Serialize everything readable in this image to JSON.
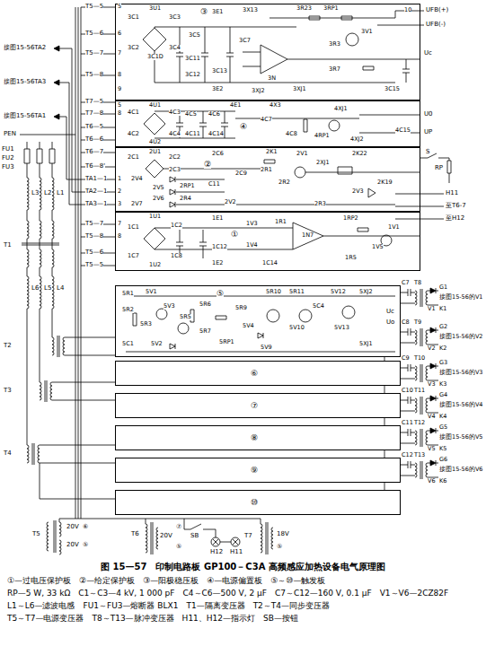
{
  "diagram": {
    "caption": "图 15—57　印制电路板 GP100－C3A 高频感应加热设备电气原理图",
    "nodes": [
      {
        "text": [
          "③"
        ]
      },
      {
        "text": [
          "④"
        ]
      },
      {
        "text": [
          "②"
        ]
      },
      {
        "text": [
          "①"
        ]
      },
      {
        "text": [
          "⑤"
        ]
      },
      {
        "text": [
          "⑥"
        ]
      },
      {
        "text": [
          "⑦"
        ]
      },
      {
        "text": [
          "⑧"
        ]
      },
      {
        "text": [
          "⑨"
        ]
      },
      {
        "text": [
          "⑩"
        ]
      }
    ],
    "edges": [
      {
        "from": 4,
        "to": 5,
        "arrow": "none"
      },
      {
        "from": 5,
        "to": 6,
        "arrow": "none"
      },
      {
        "from": 6,
        "to": 7,
        "arrow": "none"
      },
      {
        "from": 7,
        "to": 8,
        "arrow": "none"
      },
      {
        "from": 8,
        "to": 9,
        "arrow": "none"
      }
    ],
    "labels": [
      "T5—5",
      "T5—6",
      "T5—7",
      "T5—8",
      "T7—5",
      "T7—8",
      "T6—5",
      "T6—6",
      "T6—7",
      "T6—8'",
      "TA1—1",
      "TA2—1",
      "TA3—1",
      "T5—7",
      "T5—8",
      "T5—6",
      "T5—5",
      "接图15-56TA2",
      "接图15-56TA3",
      "接图15-56TA1",
      "PEN",
      "FU1",
      "FU2",
      "FU3",
      "L3",
      "L2",
      "L1",
      "T1",
      "L6",
      "L5",
      "L4",
      "T2",
      "T3",
      "T4",
      "T5",
      "T6",
      "SB",
      "T7",
      "20V",
      "20V",
      "20V",
      "18V",
      "⑥",
      "⑤",
      "⑦",
      "⑤",
      "⑤",
      "H12",
      "H11",
      "UFB(+)",
      "UFB(-)",
      "Uc",
      "U0",
      "UP",
      "S",
      "RP",
      "H11",
      "至T6-7",
      "至H12",
      "Uc",
      "Uo",
      "5",
      "6",
      "7",
      "8",
      "9",
      "3U1",
      "3C1",
      "3C2",
      "3C3",
      "3C4",
      "3C1D",
      "3C5",
      "3C11",
      "3C12",
      "3E1",
      "3C13",
      "3E2",
      "3X13",
      "3C7",
      "3N",
      "3R23",
      "3RP1",
      "3V1",
      "3R3",
      "3R7",
      "3XJ1",
      "3XJ2",
      "3C15",
      "10",
      "5",
      "8",
      "4U1",
      "4C1",
      "4C3",
      "4C2",
      "4C4",
      "4U2",
      "4C5",
      "4C11",
      "4C6",
      "4C14",
      "4E1",
      "4X3",
      "4C7",
      "4C8",
      "4RP1",
      "4XJ1",
      "4XJ2",
      "4C15",
      "1",
      "2",
      "3",
      "2U1",
      "2C1",
      "2C2",
      "2C3",
      "2C6",
      "2K1",
      "2V1",
      "2XJ1",
      "2K22",
      "2R1",
      "2R2",
      "2C9",
      "C11",
      "2RP1",
      "2R4",
      "2V2",
      "2R3",
      "2V3",
      "2K19",
      "2V4",
      "2V5",
      "2V6",
      "2V7",
      "7",
      "8",
      "1U1",
      "1C1",
      "1C7",
      "1U2",
      "1C2",
      "1C8",
      "1E1",
      "1C12",
      "1E2",
      "1V3",
      "1V4",
      "1C14",
      "1R1",
      "1N7",
      "1RP2",
      "1R5",
      "1V5",
      "1V1",
      "5R1",
      "5R2",
      "5V1",
      "5V3",
      "5R3",
      "5C1",
      "5V2",
      "5R5",
      "5R6",
      "5R7",
      "5RP1",
      "5R9",
      "5V4",
      "5V9",
      "5R10",
      "5R11",
      "5C4",
      "5V10",
      "5V12",
      "5V13",
      "5XJ1",
      "5XJ2",
      "T8",
      "C7",
      "V1",
      "G1",
      "K1",
      "接图15-56的V1",
      "T9",
      "C8",
      "V2",
      "G2",
      "K2",
      "接图15-56的V2",
      "T10",
      "C9",
      "V3",
      "G3",
      "K3",
      "接图15-56的V3",
      "T11",
      "C10",
      "V4",
      "G4",
      "K4",
      "接图15-56的V4",
      "T12",
      "C11",
      "V5",
      "G5",
      "K5",
      "接图15-56的V5",
      "T13",
      "C12",
      "V6",
      "G6",
      "K6",
      "接图15-56的V6",
      "①—过电压保护板　②—给定保护板　③—阳极稳压板　④—电源偏置板　⑤～⑩—触发板",
      "RP—5 W, 33 kΩ　C1～C3—4 kV, 1 000 pF　C4～C6—500 V, 2 μF　C7～C12—160 V, 0.1 μF　V1～V6—2CZ82F",
      "L1～L6—滤波电感　FU1～FU3—熔断器 BLX1　T1—隔离变压器　T2～T4—同步变压器",
      "T5～T7—电源变压器　T8～T13—脉冲变压器　H11、H12—指示灯　SB—按钮"
    ]
  }
}
